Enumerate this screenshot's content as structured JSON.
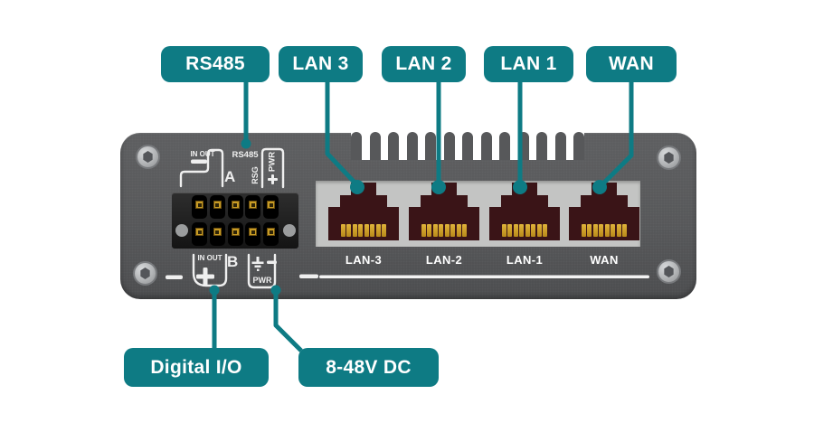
{
  "colors": {
    "accent": "#0e7b84",
    "device-body": "#57585a",
    "port-bezel": "#c3c4c3",
    "port-cavity": "#3a1417",
    "pin-gold": "#c79b25",
    "silkscreen": "#efefef",
    "background": "#ffffff"
  },
  "callouts": {
    "top": [
      {
        "label": "RS485"
      },
      {
        "label": "LAN 3"
      },
      {
        "label": "LAN 2"
      },
      {
        "label": "LAN 1"
      },
      {
        "label": "WAN"
      }
    ],
    "bottom": [
      {
        "label": "Digital I/O"
      },
      {
        "label": "8-48V DC"
      }
    ]
  },
  "panel": {
    "silkscreen": {
      "rs485": "RS485",
      "block_a": "A",
      "rsg": "RSG",
      "pwr_top": "PWR",
      "io_top": "IN OUT",
      "io_bottom": "IN OUT",
      "block_b": "B",
      "pwr_bottom": "PWR"
    },
    "ports": [
      {
        "label": "LAN-3"
      },
      {
        "label": "LAN-2"
      },
      {
        "label": "LAN-1"
      },
      {
        "label": "WAN"
      }
    ]
  }
}
